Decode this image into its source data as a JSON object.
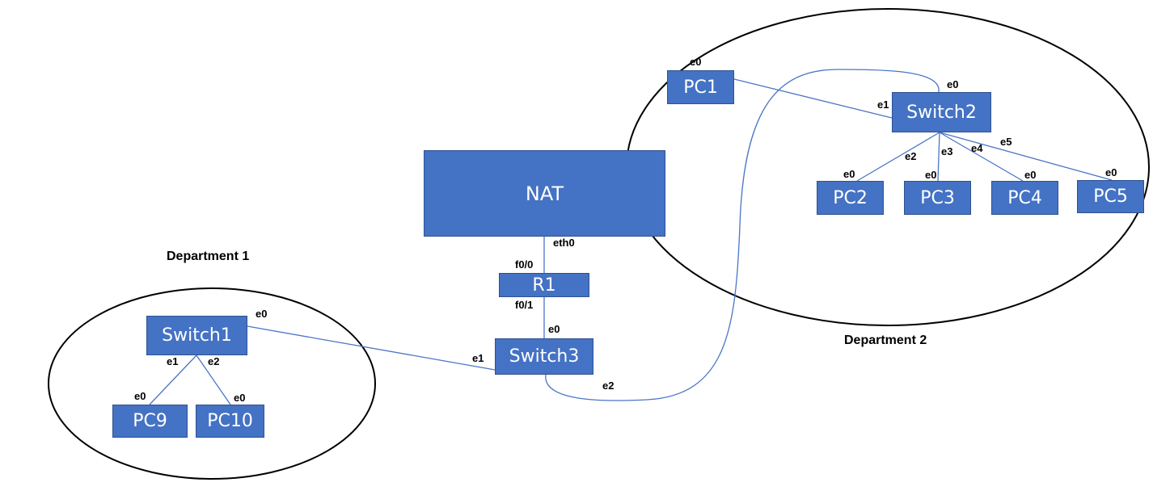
{
  "colors": {
    "device_fill": "#4472c4",
    "device_border": "#2f528f",
    "link": "#4a76c6",
    "zone_border": "#000000"
  },
  "departments": [
    {
      "id": "dept1",
      "label": "Department 1"
    },
    {
      "id": "dept2",
      "label": "Department 2"
    }
  ],
  "devices": [
    {
      "id": "nat",
      "label": "NAT"
    },
    {
      "id": "r1",
      "label": "R1"
    },
    {
      "id": "switch1",
      "label": "Switch1"
    },
    {
      "id": "switch2",
      "label": "Switch2"
    },
    {
      "id": "switch3",
      "label": "Switch3"
    },
    {
      "id": "pc1",
      "label": "PC1"
    },
    {
      "id": "pc2",
      "label": "PC2"
    },
    {
      "id": "pc3",
      "label": "PC3"
    },
    {
      "id": "pc4",
      "label": "PC4"
    },
    {
      "id": "pc5",
      "label": "PC5"
    },
    {
      "id": "pc9",
      "label": "PC9"
    },
    {
      "id": "pc10",
      "label": "PC10"
    }
  ],
  "links": [
    {
      "id": "nat-r1",
      "from": "nat",
      "to": "r1",
      "from_port": "eth0",
      "to_port": "f0/0"
    },
    {
      "id": "r1-switch3",
      "from": "r1",
      "to": "switch3",
      "from_port": "f0/1",
      "to_port": "e0"
    },
    {
      "id": "switch3-switch1",
      "from": "switch3",
      "to": "switch1",
      "from_port": "e1",
      "to_port": "e0"
    },
    {
      "id": "switch3-switch2",
      "from": "switch3",
      "to": "switch2",
      "from_port": "e2",
      "to_port": "e0"
    },
    {
      "id": "switch1-pc9",
      "from": "switch1",
      "to": "pc9",
      "from_port": "e1",
      "to_port": "e0"
    },
    {
      "id": "switch1-pc10",
      "from": "switch1",
      "to": "pc10",
      "from_port": "e2",
      "to_port": "e0"
    },
    {
      "id": "switch2-pc1",
      "from": "switch2",
      "to": "pc1",
      "from_port": "e1",
      "to_port": "e0"
    },
    {
      "id": "switch2-pc2",
      "from": "switch2",
      "to": "pc2",
      "from_port": "e2",
      "to_port": "e0"
    },
    {
      "id": "switch2-pc3",
      "from": "switch2",
      "to": "pc3",
      "from_port": "e3",
      "to_port": "e0"
    },
    {
      "id": "switch2-pc4",
      "from": "switch2",
      "to": "pc4",
      "from_port": "e4",
      "to_port": "e0"
    },
    {
      "id": "switch2-pc5",
      "from": "switch2",
      "to": "pc5",
      "from_port": "e5",
      "to_port": "e0"
    }
  ]
}
